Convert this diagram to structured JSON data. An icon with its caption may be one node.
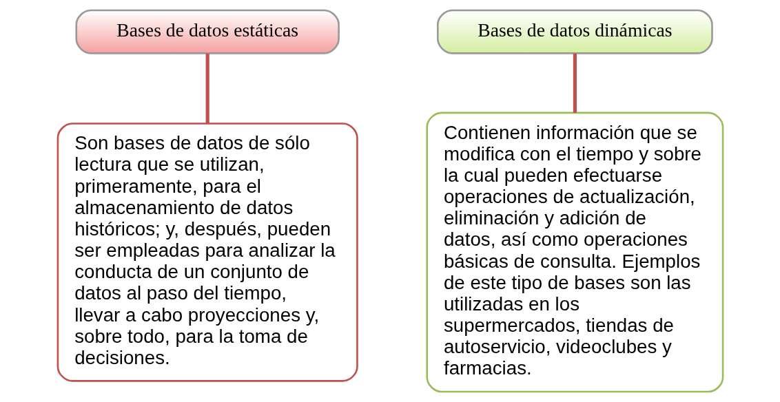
{
  "diagram": {
    "nodes": [
      {
        "text": [
          "Bases de datos estáticas"
        ]
      },
      {
        "text": [
          "Son bases de datos de sólo lectura que se utilizan, primeramente, para el almacenamiento de datos históricos; y, después, pueden ser empleadas para analizar la conducta de un conjunto de datos al paso del tiempo, llevar a cabo proyecciones y, sobre todo, para la toma de decisiones."
        ]
      },
      {
        "text": [
          "Bases de datos dinámicas"
        ]
      },
      {
        "text": [
          "Contienen información que se modifica con el tiempo y sobre la cual pueden efectuarse operaciones de actualización, eliminación y adición de datos, así como operaciones básicas de consulta. Ejemplos de este tipo de bases son las utilizadas en los supermercados, tiendas de autoservicio, videoclubes y farmacias."
        ]
      }
    ],
    "edges": [
      {
        "from": 0,
        "to": 1,
        "arrow": "none"
      },
      {
        "from": 2,
        "to": 3,
        "arrow": "none"
      }
    ]
  }
}
